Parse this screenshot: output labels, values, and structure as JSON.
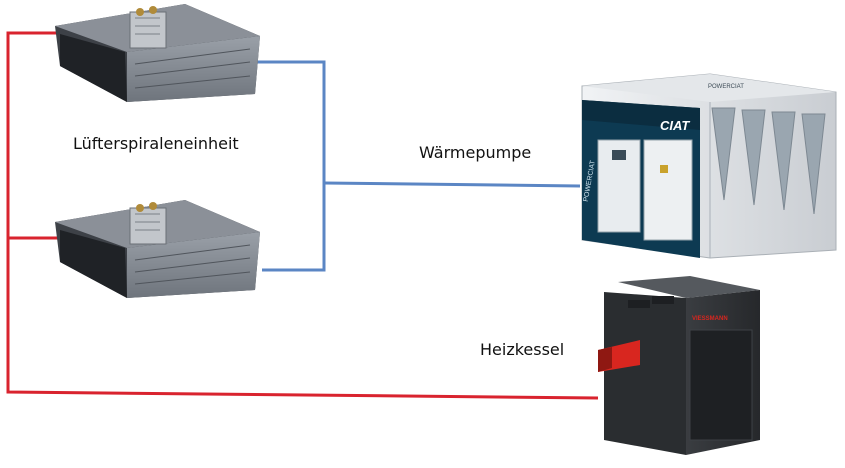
{
  "labels": {
    "fan_coil": "Lüfterspiraleneinheit",
    "heat_pump": "Wärmepumpe",
    "boiler": "Heizkessel"
  },
  "heat_pump_logos": {
    "brand": "CIAT",
    "side_text": "POWERCIAT",
    "top_text": "POWERCIAT"
  },
  "boiler_logo": "VIESSMANN",
  "colors": {
    "hot_pipe": "#d9232e",
    "cold_pipe": "#5b86c4",
    "heat_pump_panel": "#0d3a52",
    "boiler_red": "#d8261f"
  },
  "icons": {
    "fan_coil_unit": "fan-coil-icon",
    "heat_pump": "heat-pump-icon",
    "boiler": "boiler-icon"
  }
}
